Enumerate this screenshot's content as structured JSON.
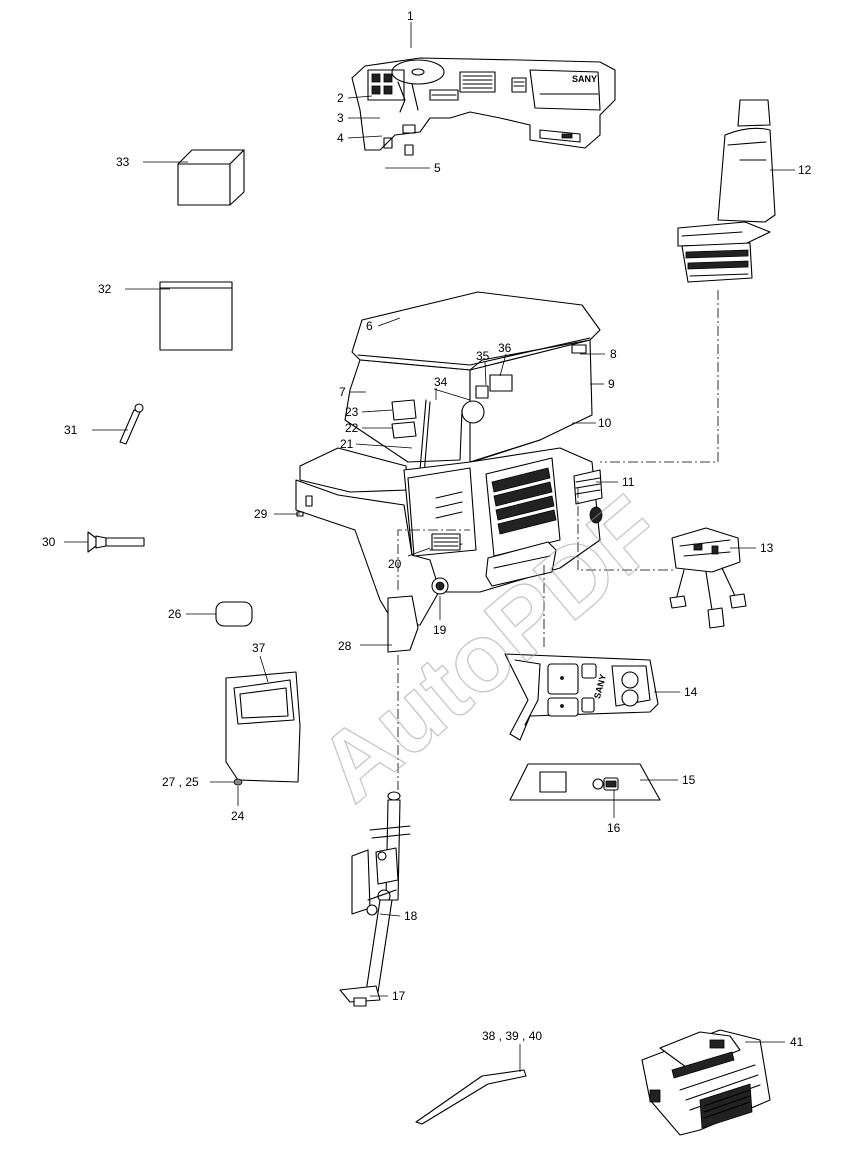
{
  "watermark": "AutoPDF",
  "brand_logo": "SANY",
  "callouts": [
    {
      "id": "c1",
      "text": "1"
    },
    {
      "id": "c2",
      "text": "2"
    },
    {
      "id": "c3",
      "text": "3"
    },
    {
      "id": "c4",
      "text": "4"
    },
    {
      "id": "c5",
      "text": "5"
    },
    {
      "id": "c6",
      "text": "6"
    },
    {
      "id": "c7",
      "text": "7"
    },
    {
      "id": "c8",
      "text": "8"
    },
    {
      "id": "c9",
      "text": "9"
    },
    {
      "id": "c10",
      "text": "10"
    },
    {
      "id": "c11",
      "text": "11"
    },
    {
      "id": "c12",
      "text": "12"
    },
    {
      "id": "c13",
      "text": "13"
    },
    {
      "id": "c14",
      "text": "14"
    },
    {
      "id": "c15",
      "text": "15"
    },
    {
      "id": "c16",
      "text": "16"
    },
    {
      "id": "c17",
      "text": "17"
    },
    {
      "id": "c18",
      "text": "18"
    },
    {
      "id": "c19",
      "text": "19"
    },
    {
      "id": "c20",
      "text": "20"
    },
    {
      "id": "c21",
      "text": "21"
    },
    {
      "id": "c22",
      "text": "22"
    },
    {
      "id": "c23",
      "text": "23"
    },
    {
      "id": "c24",
      "text": "24"
    },
    {
      "id": "c25",
      "text": "27 , 25"
    },
    {
      "id": "c26",
      "text": "26"
    },
    {
      "id": "c28",
      "text": "28"
    },
    {
      "id": "c29",
      "text": "29"
    },
    {
      "id": "c30",
      "text": "30"
    },
    {
      "id": "c31",
      "text": "31"
    },
    {
      "id": "c32",
      "text": "32"
    },
    {
      "id": "c33",
      "text": "33"
    },
    {
      "id": "c34",
      "text": "34"
    },
    {
      "id": "c35",
      "text": "35"
    },
    {
      "id": "c36",
      "text": "36"
    },
    {
      "id": "c37",
      "text": "37"
    },
    {
      "id": "c38",
      "text": "38 , 39 , 40"
    },
    {
      "id": "c41",
      "text": "41"
    }
  ]
}
